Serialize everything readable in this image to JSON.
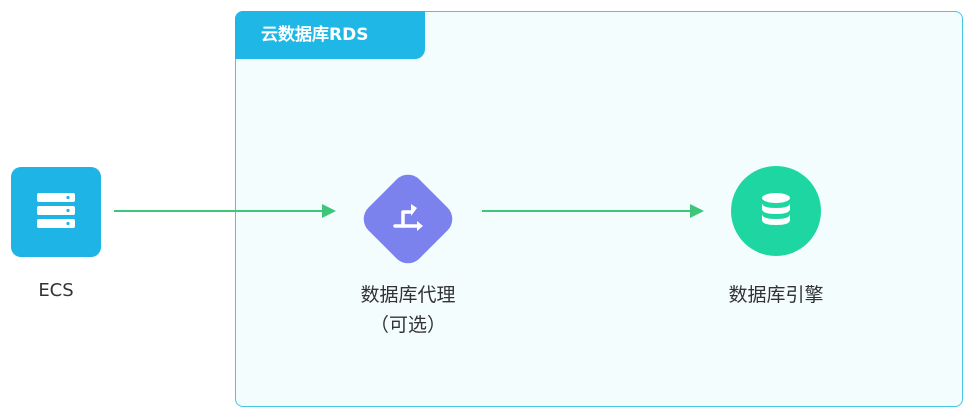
{
  "rds_container": {
    "title": "云数据库RDS"
  },
  "nodes": {
    "ecs": {
      "label": "ECS",
      "icon": "server-icon",
      "color": "#1eb4e6"
    },
    "proxy": {
      "label_line1": "数据库代理",
      "label_line2": "（可选）",
      "icon": "route-switch-icon",
      "color": "#7b82ee"
    },
    "engine": {
      "label": "数据库引擎",
      "icon": "database-icon",
      "color": "#1ed6a2"
    }
  },
  "edges": [
    {
      "from": "ECS",
      "to": "数据库代理",
      "color": "#3ec77a"
    },
    {
      "from": "数据库代理",
      "to": "数据库引擎",
      "color": "#3ec77a"
    }
  ],
  "colors": {
    "container_border": "#45c6e4",
    "container_fill": "#f3fdfe",
    "tab_fill": "#1fb7e5"
  }
}
